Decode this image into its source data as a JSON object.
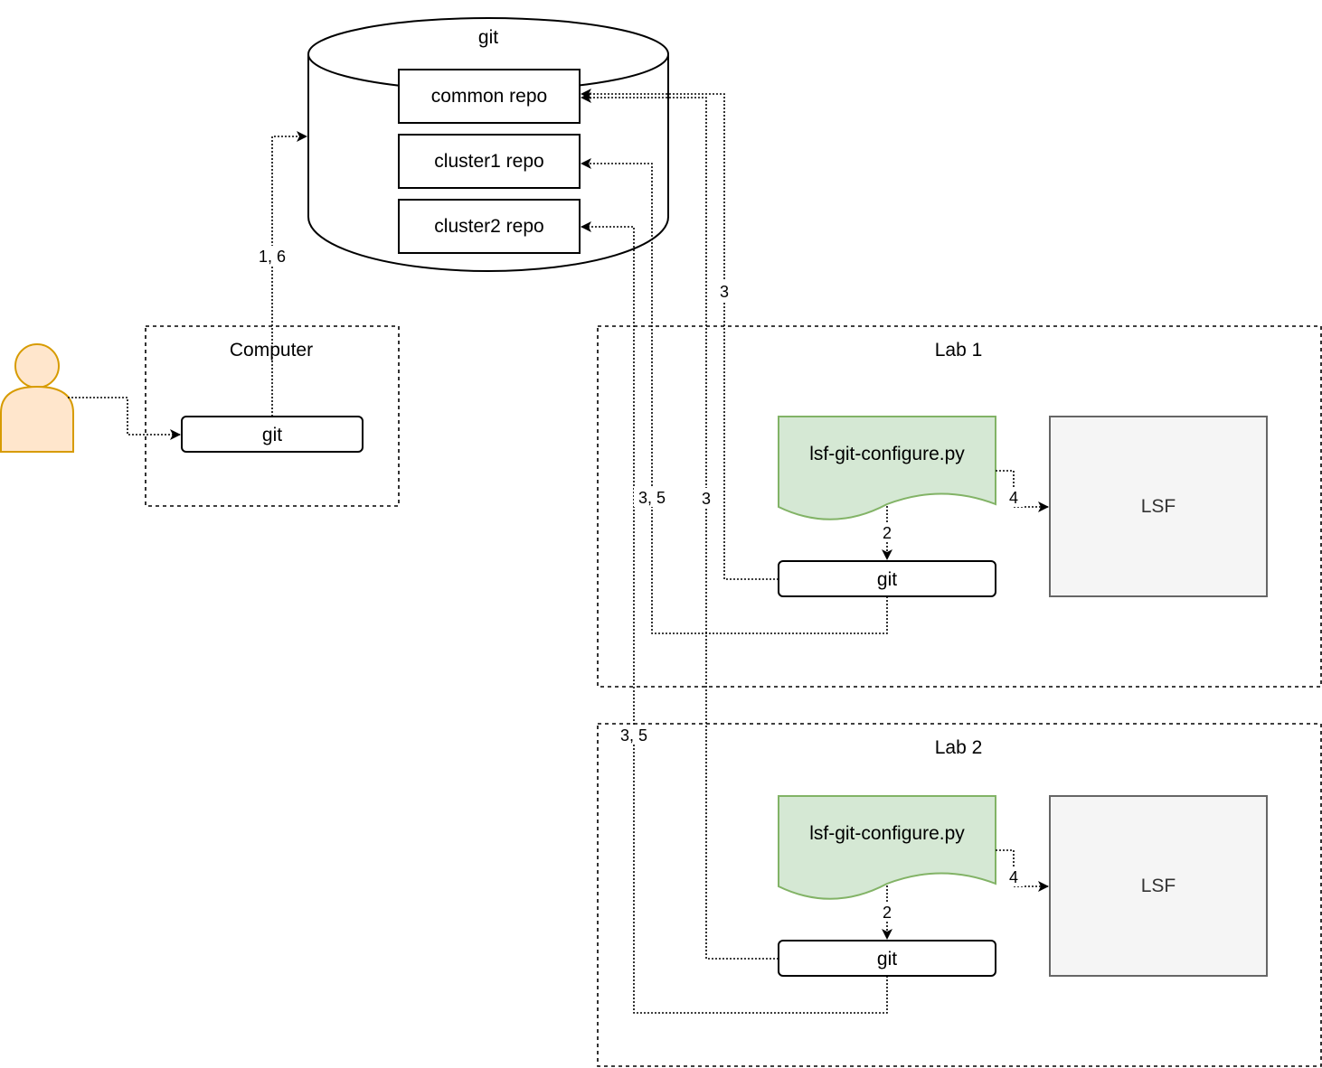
{
  "database": {
    "label": "git"
  },
  "repos": {
    "common": "common repo",
    "cluster1": "cluster1 repo",
    "cluster2": "cluster2 repo"
  },
  "computer": {
    "title": "Computer",
    "git": "git"
  },
  "lab1": {
    "title": "Lab 1",
    "script": "lsf-git-configure.py",
    "git": "git",
    "lsf": "LSF"
  },
  "lab2": {
    "title": "Lab 2",
    "script": "lsf-git-configure.py",
    "git": "git",
    "lsf": "LSF"
  },
  "edge_labels": {
    "user_push": "1, 6",
    "lab1_common": "3",
    "lab1_cluster": "3, 5",
    "lab2_common": "3",
    "lab2_cluster": "3, 5",
    "lab1_script_git": "2",
    "lab1_script_lsf": "4",
    "lab2_script_git": "2",
    "lab2_script_lsf": "4"
  },
  "colors": {
    "person_fill": "#ffe6cc",
    "person_stroke": "#d79b00",
    "script_fill": "#d5e8d4",
    "script_stroke": "#82b366",
    "lsf_fill": "#f5f5f5",
    "lsf_stroke": "#666666",
    "lsf_text": "#333333"
  }
}
